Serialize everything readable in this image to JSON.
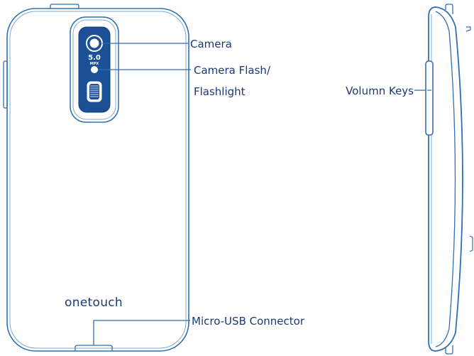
{
  "colors": {
    "outline": "#2f6fb3",
    "accent": "#1e5aa8",
    "module_fill": "#1b4f96",
    "label_text": "#1a3a73",
    "leader_line": "#2f6fb3",
    "background": "#ffffff"
  },
  "labels": {
    "camera": "Camera",
    "flash_line1": "Camera Flash/",
    "flash_line2": "Flashlight",
    "usb": "Micro-USB Connector",
    "volume": "Volumn Keys"
  },
  "brand": "onetouch",
  "megapixel": {
    "value": "5.0",
    "unit": "MPX"
  }
}
